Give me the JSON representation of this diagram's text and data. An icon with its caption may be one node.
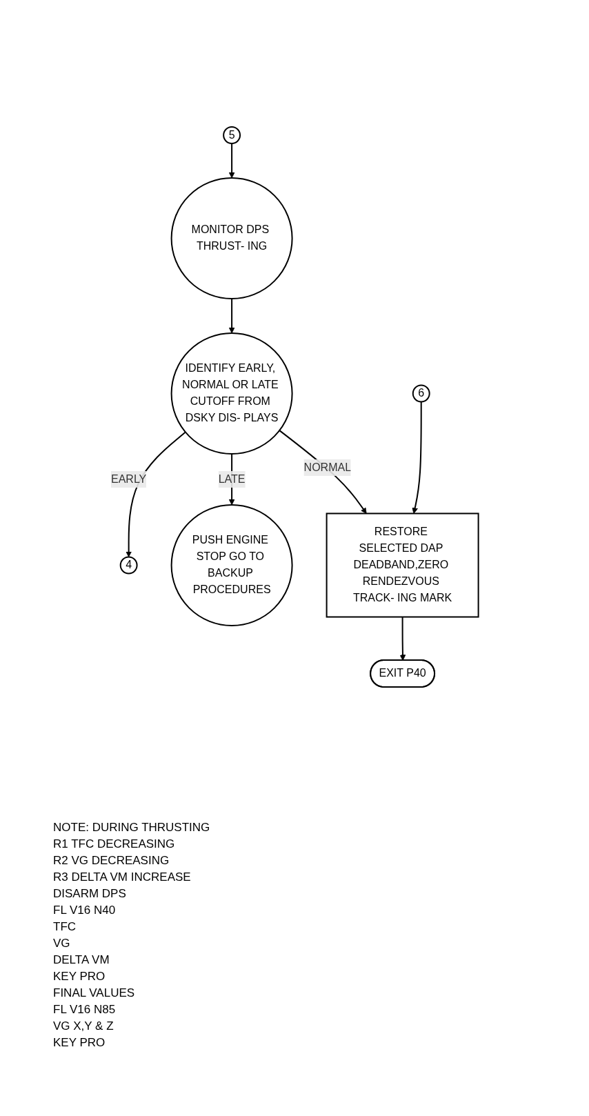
{
  "diagram": {
    "nodes": [
      {
        "text": [
          "5"
        ]
      },
      {
        "text": [
          "6"
        ]
      },
      {
        "text": [
          "4"
        ]
      },
      {
        "text": [
          "MONITOR DPS THRUST- ING"
        ]
      },
      {
        "text": [
          "IDENTIFY EARLY, NORMAL OR LATE CUTOFF FROM DSKY DIS- PLAYS"
        ]
      },
      {
        "text": [
          "PUSH ENGINE STOP GO TO BACKUP PROCEDURES"
        ]
      },
      {
        "text": [
          "RESTORE SELECTED DAP DEADBAND,ZERO RENDEZVOUS TRACK- ING MARK"
        ]
      },
      {
        "text": [
          "EXIT P40"
        ]
      }
    ],
    "edges": [
      {
        "from": 0,
        "to": 3,
        "arrow": "to"
      },
      {
        "from": 3,
        "to": 4,
        "arrow": "to"
      },
      {
        "from": 4,
        "to": 5,
        "arrow": "to",
        "label": "LATE"
      },
      {
        "from": 4,
        "to": 2,
        "arrow": "to",
        "label": "EARLY"
      },
      {
        "from": 4,
        "to": 6,
        "arrow": "to",
        "label": "NORMAL"
      },
      {
        "from": 1,
        "to": 6,
        "arrow": "to"
      },
      {
        "from": 6,
        "to": 7,
        "arrow": "to"
      }
    ],
    "labels": [
      "NOTE: DURING THRUSTING",
      "R1 TFC DECREASING",
      "R2 VG DECREASING",
      "R3 DELTA VM INCREASE",
      "DISARM DPS",
      "FL V16 N40",
      "TFC",
      "VG",
      "DELTA VM",
      "KEY PRO",
      "FINAL VALUES",
      "FL V16 N85",
      "VG X,Y & Z",
      "KEY PRO"
    ]
  }
}
